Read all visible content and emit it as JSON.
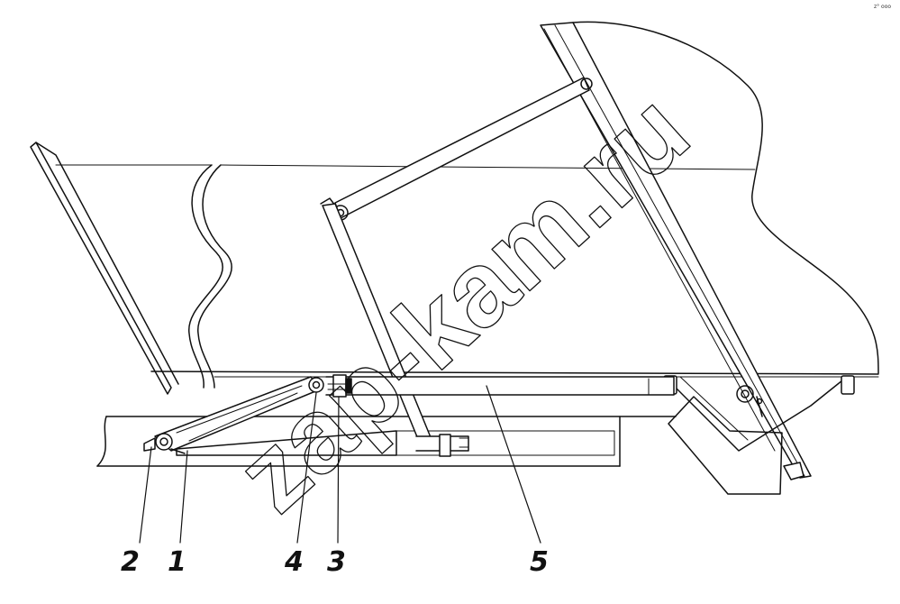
{
  "watermark": "zap-kam.ru",
  "corner_mark": "z° ooo",
  "callouts": [
    {
      "id": "2",
      "label": "2"
    },
    {
      "id": "1",
      "label": "1"
    },
    {
      "id": "4",
      "label": "4"
    },
    {
      "id": "3",
      "label": "3"
    },
    {
      "id": "5",
      "label": "5"
    }
  ],
  "colors": {
    "ink": "#111111",
    "paper": "#ffffff"
  }
}
